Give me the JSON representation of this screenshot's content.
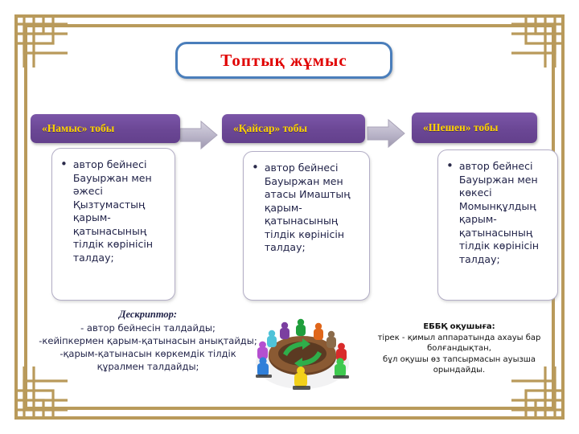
{
  "slide": {
    "title": "Топтық  жұмыс",
    "title_border_color": "#4a7ebb",
    "title_text_color": "#e00000",
    "frame_color": "#b99a5b",
    "header_bg_color": "#6b4795",
    "header_text_color": "#ffd300",
    "arrow_color": "#b8b3c9"
  },
  "groups": [
    {
      "header": "«Намыс» тобы",
      "bullet_marker": "•",
      "bullet": "автор  бейнесі Бауыржан мен әжесі Қызтумастың қарым-қатынасының тілдік  көрінісін  талдау;"
    },
    {
      "header": "«Қайсар»  тобы",
      "bullet_marker": "•",
      "bullet": "автор  бейнесі Бауыржан мен атасы Имаштың қарым-қатынасының тілдік  көрінісін  талдау;"
    },
    {
      "header": "«Шешен» тобы",
      "bullet_marker": "•",
      "bullet": "автор  бейнесі Бауыржан мен  көкесі Момынқұлдың қарым-қатынасының тілдік көрінісін талдау;"
    }
  ],
  "descriptor": {
    "title": "Дескриптор:",
    "lines": "- автор  бейнесін  талдайды;\n-кейіпкермен қарым-қатынасын анықтайды;\n-қарым-қатынасын көркемдік тілдік құралмен  талдайды;"
  },
  "ebbq": {
    "title": "ЕББҚ   оқушыға:",
    "lines": "тірек - қимыл аппаратында ахауы бар болғандықтан,\nбұл оқушы өз тапсырмасын ауызша орындайды."
  },
  "illustration": {
    "name": "round-table-group-discussion"
  }
}
